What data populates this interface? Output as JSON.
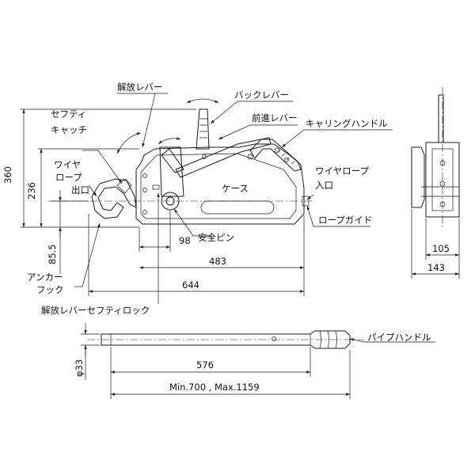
{
  "labels": {
    "release_lever": "解放レバー",
    "back_lever": "バックレバー",
    "forward_lever": "前進レバー",
    "carrying_handle": "キャリングハンドル",
    "safety_catch_1": "セフティ",
    "safety_catch_2": "キャッチ",
    "wire_outlet_1": "ワイヤ",
    "wire_outlet_2": "ロープ",
    "wire_outlet_3": "出口",
    "case": "ケース",
    "wire_inlet_1": "ワイヤロープ",
    "wire_inlet_2": "入口",
    "rope_guide": "ロープガイド",
    "safety_pin": "安全ピン",
    "anchor_hook_1": "アンカー",
    "anchor_hook_2": "フック",
    "release_lever_safety_lock": "解放レバーセフティロック",
    "pipe_handle": "パイプハンドル"
  },
  "dimensions": {
    "height_total": "360",
    "height_236": "236",
    "offset_85_5": "85.5",
    "offset_98": "98",
    "length_483": "483",
    "length_644": "644",
    "width_105": "105",
    "width_143": "143",
    "pipe_diameter": "φ33",
    "pipe_length": "576",
    "pipe_extended": "Min.700 , Max.1159"
  }
}
